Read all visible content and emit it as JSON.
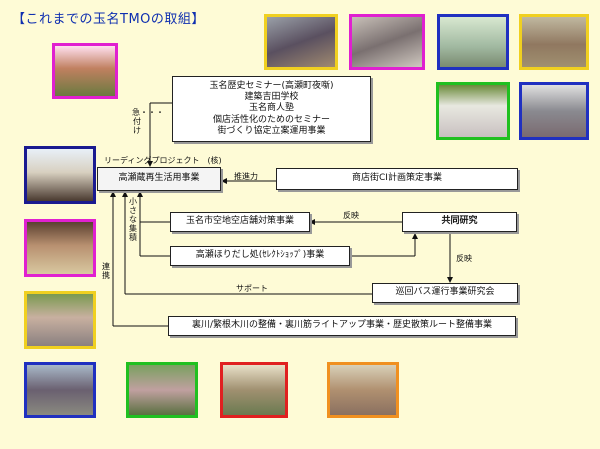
{
  "title": "【これまでの玉名TMOの取組】",
  "seminar_lines": [
    "玉名歴史セミナー(高瀬町夜噺)",
    "建築吉田学校",
    "玉名商人塾",
    "個店活性化のためのセミナー",
    "街づくり協定立案運用事業"
  ],
  "leading_label": "リーディングプロジェクト　(核)",
  "boxes": {
    "takase": "高瀬蔵再生活用事業",
    "shotengai": "商店街CI計画策定事業",
    "akichi": "玉名市空地空店舗対策事業",
    "kyodo": "共同研究",
    "horidashi": "高瀬ほりだし処(ｾﾚｸﾄｼｮｯﾌﾟ)事業",
    "bus": "巡回バス運行事業研究会",
    "urakawa": "裏川/繁根木川の整備・裏川筋ライトアップ事業・歴史散策ルート整備事業"
  },
  "labels": {
    "kyusoku": "急・・・付け",
    "suishin": "推進力",
    "chiisana": "小さな集積",
    "hanei1": "反映",
    "hanei2": "反映",
    "support": "サポート",
    "renkei": "連携"
  },
  "photo_colors": {
    "magenta": "#e020d0",
    "blue": "#2030c0",
    "navy": "#1a1a90",
    "yellow": "#f0d020",
    "green": "#20c020",
    "red": "#e02020",
    "orange": "#f09020",
    "cyan": "#40c0e0"
  }
}
